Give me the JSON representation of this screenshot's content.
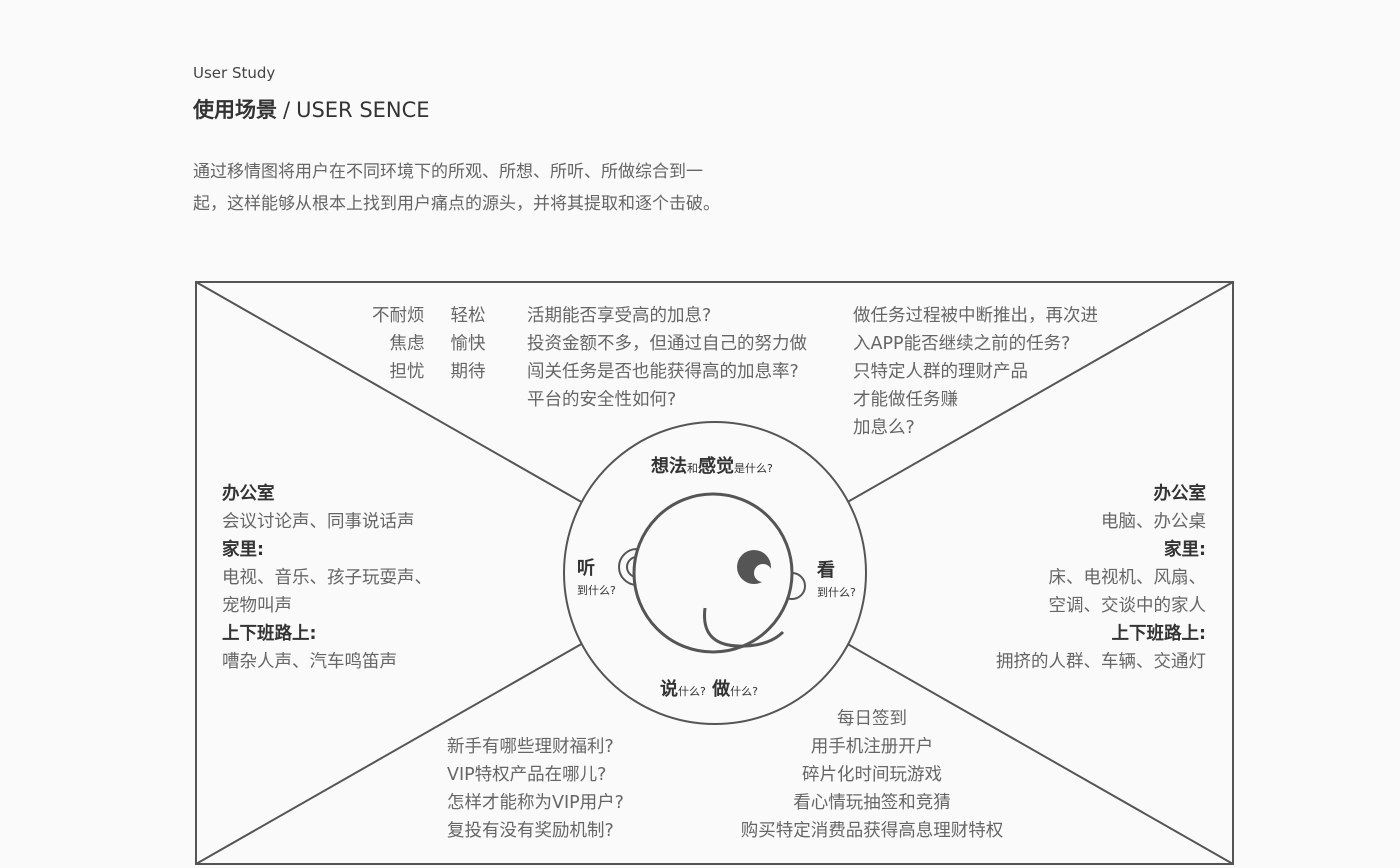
{
  "header": {
    "kicker": "User Study",
    "title_cn": "使用场景",
    "title_sep": "/",
    "title_en": "USER SENCE"
  },
  "intro": [
    "通过移情图将用户在不同环境下的所观、所想、所听、所做综合到一",
    "起，这样能够从根本上找到用户痛点的源头，并将其提取和逐个击破。"
  ],
  "diagram": {
    "center_labels": {
      "think_a": "想法",
      "think_b": "和",
      "think_c": "感觉",
      "think_d": "是什么?",
      "hear_a": "听",
      "hear_b": "到什么?",
      "see_a": "看",
      "see_b": "到什么?",
      "say_a": "说",
      "say_b": "什么?",
      "do_a": "做",
      "do_b": "什么?"
    },
    "feelings": {
      "left": [
        "不耐烦",
        "焦虑",
        "担忧"
      ],
      "right": [
        "轻松",
        "愉快",
        "期待"
      ]
    },
    "thoughts": [
      "活期能否享受高的加息?",
      "投资金额不多，但通过自己的努力做",
      "闯关任务是否也能获得高的加息率?",
      "平台的安全性如何?"
    ],
    "see_top": [
      "做任务过程被中断推出，再次进",
      "入APP能否继续之前的任务?",
      "只特定人群的理财产品",
      "才能做任务赚",
      "加息么?"
    ],
    "hear": {
      "office_label": "办公室",
      "office": "会议讨论声、同事说话声",
      "home_label": "家里:",
      "home_1": "电视、音乐、孩子玩耍声、",
      "home_2": "宠物叫声",
      "commute_label": "上下班路上:",
      "commute": "嘈杂人声、汽车鸣笛声"
    },
    "see": {
      "office_label": "办公室",
      "office": "电脑、办公桌",
      "home_label": "家里:",
      "home_1": "床、电视机、风扇、",
      "home_2": "空调、交谈中的家人",
      "commute_label": "上下班路上:",
      "commute": "拥挤的人群、车辆、交通灯"
    },
    "say": [
      "新手有哪些理财福利?",
      "VIP特权产品在哪儿?",
      "怎样才能称为VIP用户?",
      "复投有没有奖励机制?"
    ],
    "do": [
      "每日签到",
      "用手机注册开户",
      "碎片化时间玩游戏",
      "看心情玩抽签和竞猜",
      "购买特定消费品获得高息理财特权"
    ]
  }
}
